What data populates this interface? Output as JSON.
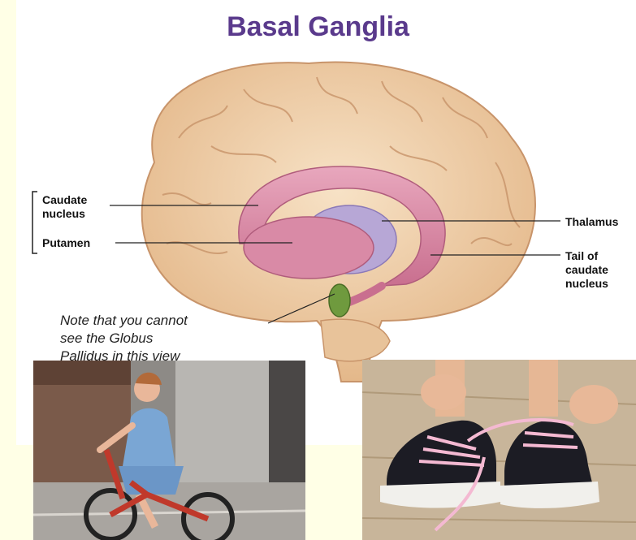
{
  "title": "Basal Ganglia",
  "labels": {
    "caudate_nucleus": [
      "Caudate",
      "nucleus"
    ],
    "putamen": "Putamen",
    "thalamus": "Thalamus",
    "tail_of_caudate": [
      "Tail of",
      "caudate",
      "nucleus"
    ]
  },
  "note": [
    "Note that you cannot",
    "see the Globus",
    "Pallidus in this view"
  ],
  "colors": {
    "background": "#ffffe6",
    "title": "#5a3a8c",
    "brain": "#f2d3ad",
    "basal_ganglia": "#d98aa6",
    "thalamus": "#b7a7d6"
  },
  "photos": [
    {
      "subject": "woman-riding-bicycle"
    },
    {
      "subject": "tying-sneaker-laces"
    }
  ]
}
